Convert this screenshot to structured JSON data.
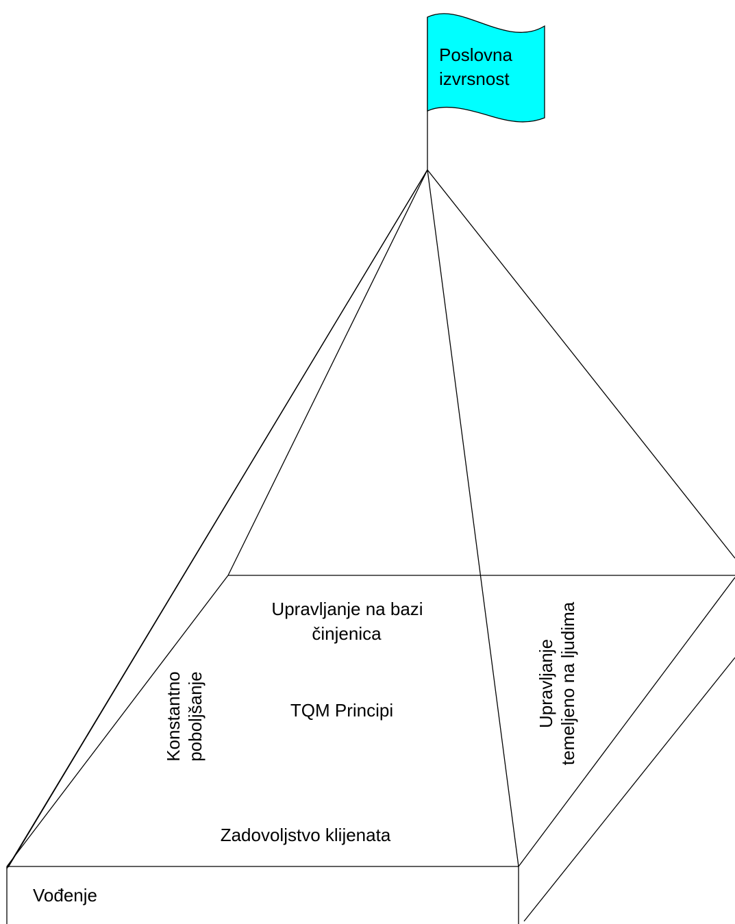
{
  "flag": {
    "line1": "Poslovna",
    "line2": "izvrsnost",
    "color": "#00ffff"
  },
  "faces": {
    "top_back": "Upravljanje na bazi",
    "top_back_2": "činjenica",
    "center": "TQM Principi",
    "front": "Zadovoljstvo klijenata",
    "left_1": "Konstantno",
    "left_2": "poboljšanje",
    "right_1": "Upravljanje",
    "right_2": "temeljeno na ljudima",
    "base_front": "Vođenje"
  }
}
